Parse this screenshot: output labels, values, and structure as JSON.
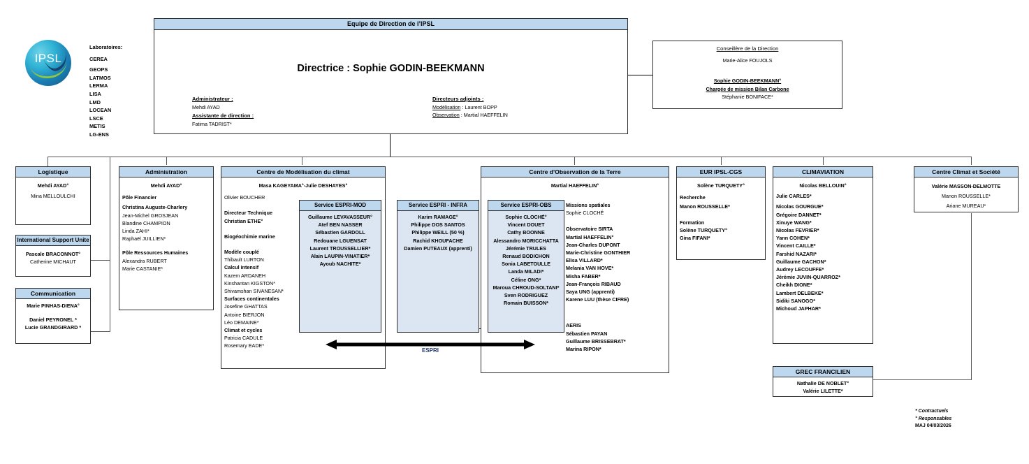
{
  "logo": {
    "text": "IPSL"
  },
  "labs": {
    "title": "Laboratoires:",
    "items": [
      "CEREA",
      "GEOPS",
      "LATMOS",
      "LERMA",
      "LISA",
      "LMD",
      "LOCEAN",
      "LSCE",
      "METIS",
      "LG-ENS"
    ]
  },
  "direction": {
    "header": "Equipe de Direction de l’IPSL",
    "director_line": "Directrice : Sophie GODIN-BEEKMANN",
    "admin_label": "Administrateur :",
    "admin_name": "Mehdi AYAD",
    "assistant_label": "Assistante de direction :",
    "assistant_name": "Fatima TADRIST*",
    "deputy_label": "Directeurs adjoints :",
    "deputy_modelisation_label": "Modélisation",
    "deputy_modelisation_name": " : Laurent BOPP",
    "deputy_observation_label": "Observation",
    "deputy_observation_name": " : Martial HAEFFELIN"
  },
  "advisor": {
    "title": "Conseillère de la Direction",
    "name": "Marie-Alice FOUJOLS",
    "person2": "Sophie GODIN-BEEKMANN°",
    "role2": "Chargée de mission Bilan Carbone",
    "person3": "Stéphanie BONIFACE*"
  },
  "logistique": {
    "header": "Logistique",
    "lead": "Mehdi AYAD°",
    "members": [
      "Mina MELLOULCHI"
    ]
  },
  "isu": {
    "header": "International Support Unite",
    "members": [
      "Pascale BRACONNOT°",
      "Catherine MICHAUT"
    ]
  },
  "communication": {
    "header": "Communication",
    "lead": "Marie PINHAS-DIENA°",
    "members": [
      "Daniel PEYRONEL *",
      "Lucie GRANDGIRARD *"
    ]
  },
  "administration": {
    "header": "Administration",
    "lead": "Mehdi AYAD°",
    "sections": [
      {
        "title": "Pôle Financier",
        "bold_first": "Christina Auguste-Charlery",
        "members": [
          "Jean-Michel GROSJEAN",
          "Blandine CHAMPION",
          "Linda ZAHI*",
          "Raphaël JUILLIEN*"
        ]
      },
      {
        "title": "Pôle Ressources Humaines",
        "bold_first": "",
        "members": [
          "Alexandra RUBERT",
          "Marie CASTANIE*"
        ]
      }
    ]
  },
  "modelisation": {
    "header": "Centre de Modélisation du climat",
    "lead": "Masa KAGEYAMA°-Julie DESHAYES°",
    "first_member": "Olivier BOUCHER",
    "groups": [
      {
        "title": "Directeur Technique",
        "members": [
          "Christian ETHE°"
        ]
      },
      {
        "title": "Biogéochimie marine",
        "members": []
      },
      {
        "title": "Modèle couplé",
        "members": [
          "Thibault LURTON"
        ]
      },
      {
        "title": "Calcul intensif",
        "members": [
          "Kazem ARDANEH",
          "Kinshantan KIGSTON*",
          "Shivamshan SIVANESAN*"
        ]
      },
      {
        "title": "Surfaces continentales",
        "members": [
          "Josefine GHATTAS",
          "Antoine BIERJON",
          "Léo DEMAINE*"
        ]
      },
      {
        "title": "Climat et cycles",
        "members": [
          "Patricia CADULE",
          "Rosemary EADE*"
        ]
      }
    ]
  },
  "espri_mod": {
    "header": "Service ESPRI-MOD",
    "lead": "Guillaume LEVAVASSEUR°",
    "members": [
      "Atef BEN NASSER",
      "Sébastien GARDOLL",
      "Redouane LGUENSAT",
      "Laurent TROUSSELLIER*",
      "Alain LAUPIN-VINATIER*",
      "Ayoub NACHITE*"
    ]
  },
  "espri_infra": {
    "header": "Service ESPRI - INFRA",
    "lead": "Karim RAMAGE°",
    "members": [
      "Philippe DOS SANTOS",
      "Philippe WEILL (50 %)",
      "Rachid KHOUFACHE",
      "Damien PUTEAUX (apprenti)"
    ]
  },
  "observation": {
    "header": "Centre d’Observation de la Terre",
    "lead": "Martial HAEFFELIN°",
    "espri_obs": {
      "header": "Service ESPRI-OBS",
      "lead": "Sophie CLOCHÉ°",
      "members": [
        "Vincent DOUET",
        "Cathy BOONNE",
        "Alessandro MORICCHATTA",
        "Jérémie TRULES",
        "Renaud BODICHON",
        "Sonia LABETOULLE",
        "Landa MILADI*",
        "Céline ONG*",
        "Maroua CHROUD-SOLTANI*",
        "Sven RODRIGUEZ",
        "Romain BUISSON*"
      ]
    },
    "groups": [
      {
        "title": "Missions spatiales",
        "members": [
          "Sophie CLOCHÉ"
        ]
      },
      {
        "title": "Observatoire SIRTA",
        "members": [
          "Martial HAEFFELIN°",
          "Jean-Charles DUPONT",
          "Marie-Christine GONTHIER",
          "Elisa VILLARD*",
          "Melania VAN HOVE*",
          "Misha FABER*",
          "Jean-François RIBAUD",
          "Saya UNG (apprenti)",
          "Karene LUU (thèse CIFRE)"
        ],
        "bold_first": true
      },
      {
        "title": "AERIS",
        "members": [
          "Sébastien PAYAN",
          "Guillaume BRISSEBRAT*",
          "Marina RIPON*"
        ],
        "bold_first": false
      }
    ]
  },
  "eur": {
    "header": "EUR IPSL-CGS",
    "lead": "Solène TURQUETY°",
    "groups": [
      {
        "title": "Recherche",
        "members": [
          "Manon ROUSSELLE*"
        ]
      },
      {
        "title": "Formation",
        "members": [
          "Solène TURQUETY°",
          "Gina FIFANI*"
        ]
      }
    ]
  },
  "climaviation": {
    "header": "CLIMAVIATION",
    "lead": "Nicolas BELLOUIN°",
    "members": [
      "Julie CARLES*",
      "Nicolas GOURGUE*",
      "Grégoire DANNET*",
      "Xinuye WANG*",
      "Nicolas FEVRIER*",
      "Yann COHEN*",
      "Vincent CAILLE*",
      "Farshid NAZARI*",
      "Guillaume GACHON*",
      "Audrey LECOUFFE*",
      "Jérémie JUVIN-QUARROZ*",
      "Cheikh DIONE*",
      "Lambert DELBEKE*",
      "Sidiki SANOGO*",
      "Michoud JAPHAR*"
    ]
  },
  "climat_societe": {
    "header": "Centre Climat et Société",
    "lead": "Valérie MASSON-DELMOTTE",
    "members": [
      "Manon ROUSSELLE*",
      "Ariane MUREAU*"
    ]
  },
  "grec": {
    "header": "GREC FRANCILIEN",
    "members": [
      "Nathalie DE NOBLET°",
      "Valérie LILETTE*"
    ]
  },
  "espri_arrow": {
    "label": "ESPRI"
  },
  "footer": {
    "line1": "* Contractuels",
    "line2": "° Responsables",
    "line3": "MAJ 04/03/2026"
  },
  "colors": {
    "header_band": "#bdd7ee",
    "sub_body": "#dce6f2",
    "accent": "#1f3864"
  }
}
